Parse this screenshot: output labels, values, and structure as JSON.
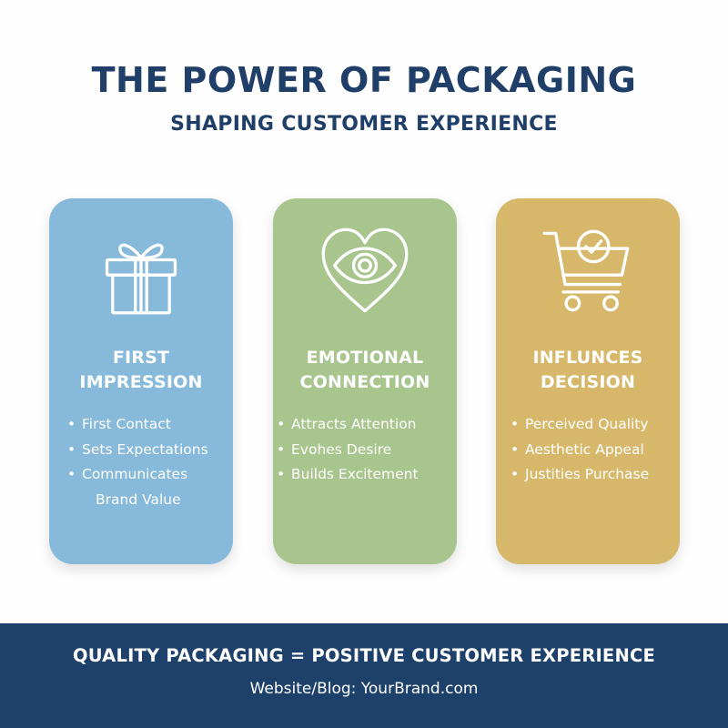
{
  "header": {
    "title": "THE POWER OF PACKAGING",
    "subtitle": "SHAPING CUSTOMER EXPERIENCE"
  },
  "colors": {
    "title": "#1f3f68",
    "card_blue": "#86b9da",
    "card_green": "#a8c58d",
    "card_gold": "#d7b86a",
    "footer_bg": "#1d416b"
  },
  "cards": [
    {
      "icon": "gift-box-icon",
      "title_lines": [
        "FIRST",
        "IMPRESSION"
      ],
      "items": [
        "First Contact",
        "Sets Expectations",
        "Communicates",
        "Brand Value"
      ]
    },
    {
      "icon": "heart-eye-icon",
      "title_lines": [
        "EMOTIONAL",
        "CONNECTION"
      ],
      "items": [
        "Attracts Attention",
        "Evohes Desire",
        "Builds Excitement"
      ]
    },
    {
      "icon": "shopping-cart-check-icon",
      "title_lines": [
        "INFLUNCES",
        "DECISION"
      ],
      "items": [
        "Perceived Quality",
        "Aesthetic Appeal",
        "Justities Purchase"
      ]
    }
  ],
  "footer": {
    "tagline": "QUALITY PACKAGING = POSITIVE CUSTOMER EXPERIENCE",
    "website": "Website/Blog: YourBrand.com"
  }
}
